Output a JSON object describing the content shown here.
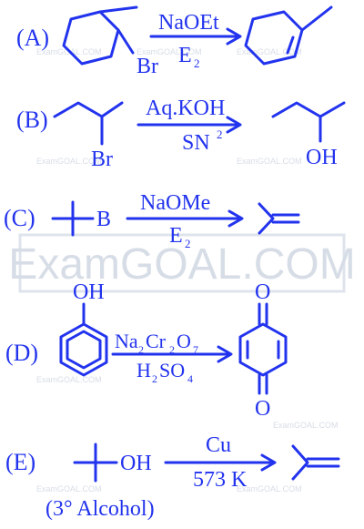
{
  "watermark": {
    "big": "ExamGOAL.COM",
    "small": "ExamGOAL.COM"
  },
  "reactions": [
    {
      "label": "(A)",
      "reagent_top": "NaOEt",
      "reagent_bottom": "E",
      "reagent_bottom_sub": "2",
      "substituent": "Br"
    },
    {
      "label": "(B)",
      "reagent_top": "Aq.KOH",
      "reagent_bottom": "SN",
      "reagent_bottom_sup": "2",
      "substituent": "Br",
      "product_group": "OH"
    },
    {
      "label": "(C)",
      "substituent": "B",
      "reagent_top": "NaOMe",
      "reagent_bottom": "E",
      "reagent_bottom_sub": "2"
    },
    {
      "label": "(D)",
      "substituent": "OH",
      "reagent_top_parts": [
        "Na",
        "2",
        "Cr",
        "2",
        "O",
        "7"
      ],
      "reagent_bottom_parts": [
        "H",
        "2",
        "SO",
        "4"
      ],
      "product_o_top": "O",
      "product_o_bottom": "O"
    },
    {
      "label": "(E)",
      "substituent": "OH",
      "reagent_top": "Cu",
      "reagent_bottom": "573 K",
      "note": "(3° Alcohol)"
    }
  ],
  "colors": {
    "ink": "#2233ee",
    "watermark": "#d7dde6"
  }
}
